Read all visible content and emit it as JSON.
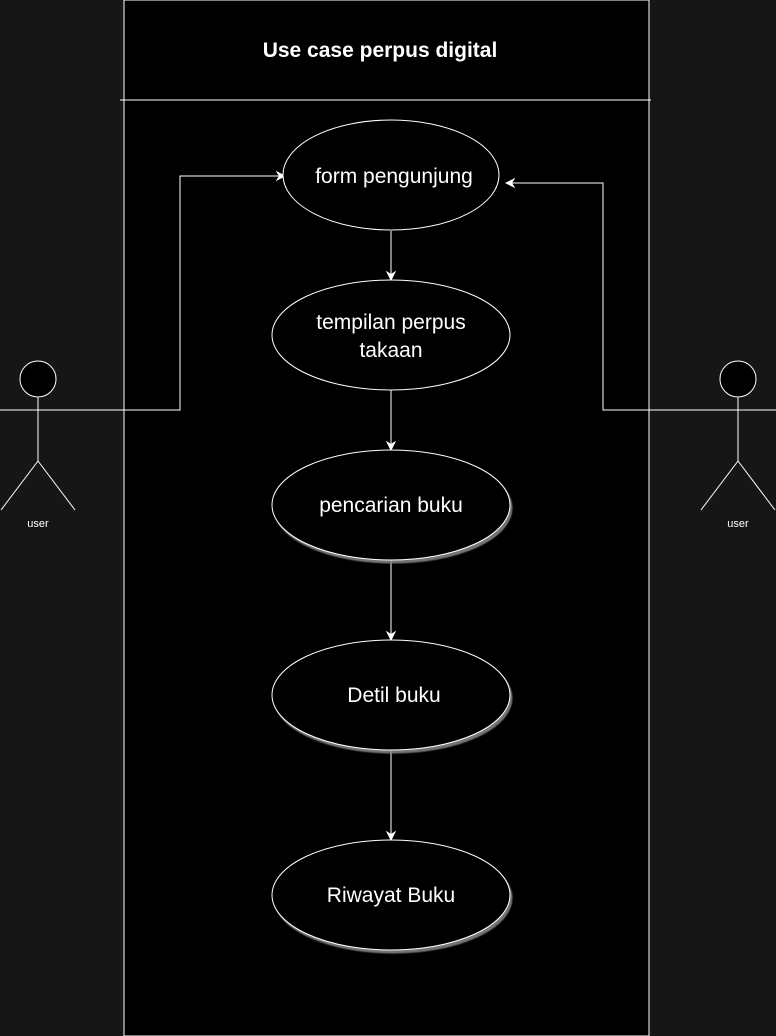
{
  "diagram": {
    "title": "Use case perpus digital",
    "use_cases": [
      {
        "id": "uc1",
        "lines": [
          "form pengunjung"
        ]
      },
      {
        "id": "uc2",
        "lines": [
          "tempilan perpus",
          "takaan"
        ]
      },
      {
        "id": "uc3",
        "lines": [
          "pencarian buku"
        ]
      },
      {
        "id": "uc4",
        "lines": [
          "Detil buku"
        ]
      },
      {
        "id": "uc5",
        "lines": [
          "Riwayat Buku"
        ]
      }
    ],
    "actors": [
      {
        "id": "actor-left",
        "label": "user"
      },
      {
        "id": "actor-right",
        "label": "user"
      }
    ],
    "flows": [
      [
        "actor-left",
        "uc1"
      ],
      [
        "actor-right",
        "uc1"
      ],
      [
        "uc1",
        "uc2"
      ],
      [
        "uc2",
        "uc3"
      ],
      [
        "uc3",
        "uc4"
      ],
      [
        "uc4",
        "uc5"
      ]
    ],
    "colors": {
      "background": "#161616",
      "system_fill": "#000000",
      "stroke": "#ffffff",
      "text": "#ffffff"
    }
  }
}
